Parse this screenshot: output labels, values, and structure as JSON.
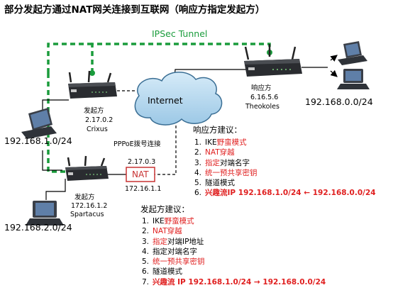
{
  "title": "部分发起方通过NAT网关连接到互联网（响应方指定发起方）",
  "tunnel_label": "IPSec Tunnel",
  "internet_label": "Internet",
  "pppoe_label": "PPPoE拨号连接",
  "nat_label": "NAT",
  "nat_public_ip": "2.17.0.3",
  "nat_private_ip": "172.16.1.1",
  "responder": {
    "role": "响应方",
    "ip": "6.16.5.6",
    "name": "Theokoles"
  },
  "crixus": {
    "role": "发起方",
    "ip": "2.17.0.2",
    "name": "Crixus"
  },
  "spartacus": {
    "role": "发起方",
    "ip": "172.16.1.2",
    "name": "Spartacus"
  },
  "networks": {
    "crixus_lan": "192.168.1.0/24",
    "spartacus_lan": "192.168.2.0/24",
    "responder_lan": "192.168.0.0/24"
  },
  "responder_advice": {
    "title": "响应方建议：",
    "items": [
      {
        "num": "1.",
        "parts": [
          {
            "text": "IKE",
            "style": ""
          },
          {
            "text": "野蛮模式",
            "style": "red"
          }
        ]
      },
      {
        "num": "2.",
        "parts": [
          {
            "text": "NAT穿越",
            "style": "red"
          }
        ]
      },
      {
        "num": "3.",
        "parts": [
          {
            "text": "指定",
            "style": "red"
          },
          {
            "text": "对端名字",
            "style": ""
          }
        ]
      },
      {
        "num": "4.",
        "parts": [
          {
            "text": "统一预共享密钥",
            "style": "red"
          }
        ]
      },
      {
        "num": "5.",
        "parts": [
          {
            "text": "隧道模式",
            "style": ""
          }
        ]
      },
      {
        "num": "6.",
        "parts": [
          {
            "text": "兴趣流IP 192.168.1.0/24 ← 192.168.0.0/24",
            "style": "red bold"
          }
        ]
      }
    ]
  },
  "initiator_advice": {
    "title": "发起方建议：",
    "items": [
      {
        "num": "1.",
        "parts": [
          {
            "text": "IKE",
            "style": ""
          },
          {
            "text": "野蛮模式",
            "style": "red"
          }
        ]
      },
      {
        "num": "2.",
        "parts": [
          {
            "text": "NAT穿越",
            "style": "red"
          }
        ]
      },
      {
        "num": "3.",
        "parts": [
          {
            "text": "指定",
            "style": "red"
          },
          {
            "text": "对端IP地址",
            "style": ""
          }
        ]
      },
      {
        "num": "4.",
        "parts": [
          {
            "text": "指定对端名字",
            "style": ""
          }
        ]
      },
      {
        "num": "5.",
        "parts": [
          {
            "text": "统一预共享密钥",
            "style": "red"
          }
        ]
      },
      {
        "num": "6.",
        "parts": [
          {
            "text": "隧道模式",
            "style": ""
          }
        ]
      },
      {
        "num": "7.",
        "parts": [
          {
            "text": "兴趣流 IP 192.168.1.0/24 → 192.168.0.0/24",
            "style": "red bold"
          }
        ]
      }
    ]
  },
  "colors": {
    "tunnel": "#1a9c3c",
    "highlight": "#e02020",
    "router_body": "#2a2c30",
    "cloud_fill": "#b3d7ee",
    "cloud_stroke": "#3a6e94"
  }
}
